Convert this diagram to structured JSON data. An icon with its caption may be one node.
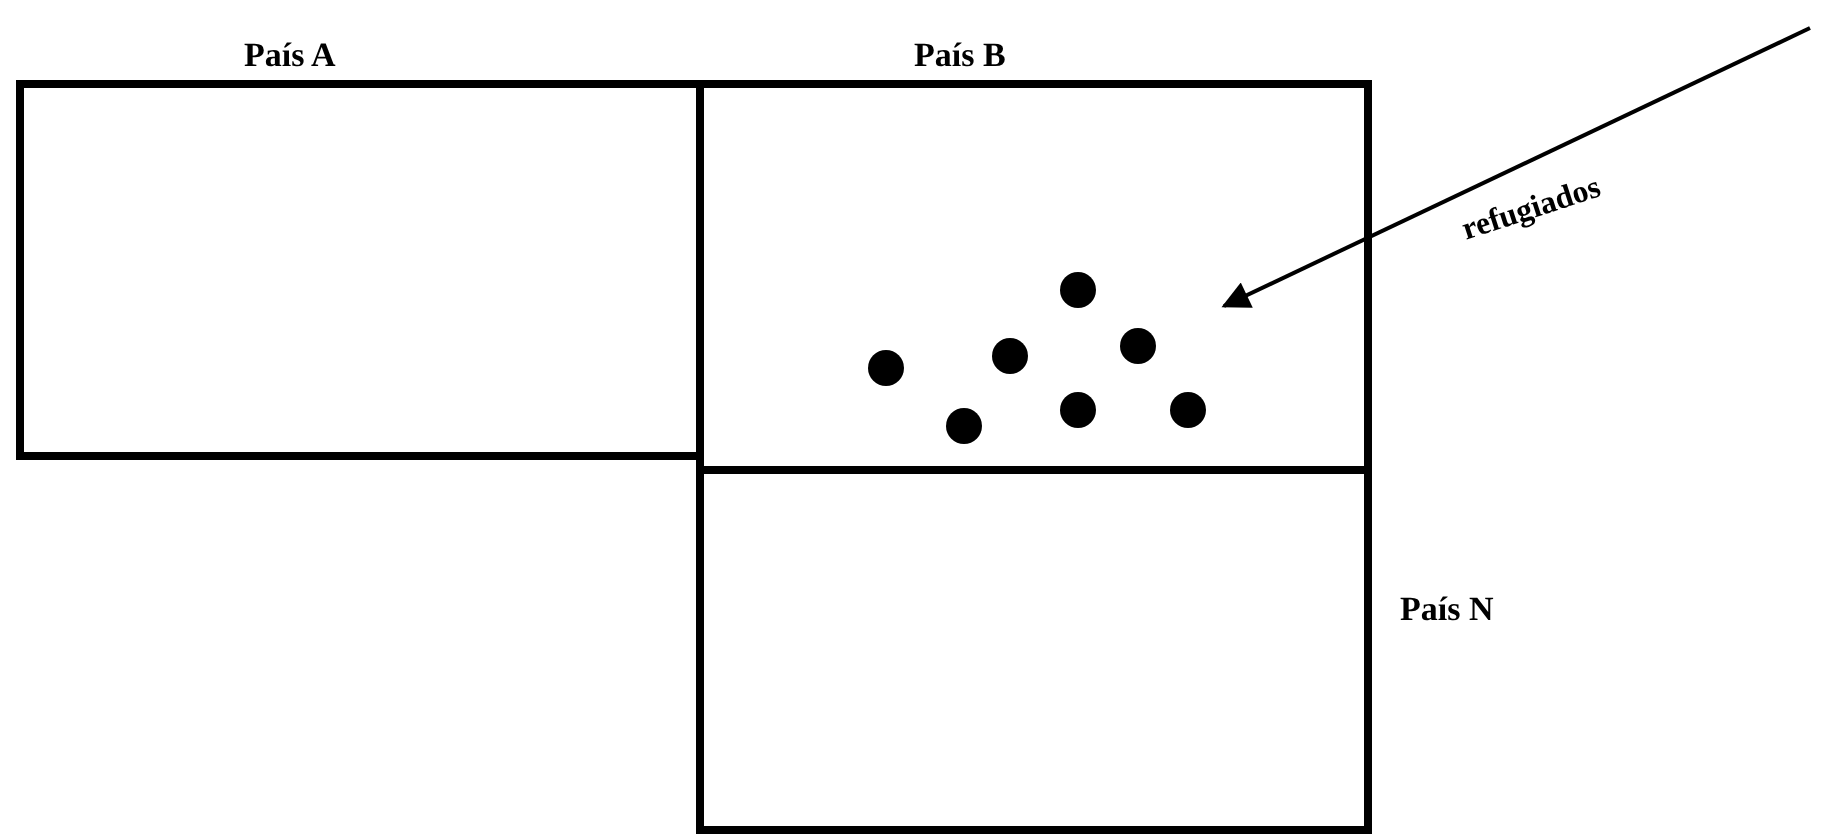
{
  "diagram": {
    "nodes": [
      {
        "text": [
          "País A"
        ]
      },
      {
        "text": [
          "País B"
        ]
      },
      {
        "text": [
          "País N"
        ]
      }
    ],
    "edges": [
      {
        "from": null,
        "to": 1,
        "arrow": "to",
        "label": "refugiados"
      }
    ]
  }
}
